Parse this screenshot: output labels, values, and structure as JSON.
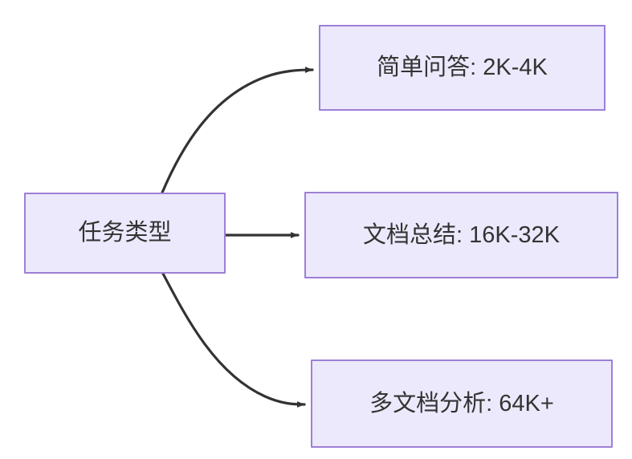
{
  "diagram": {
    "type": "flowchart",
    "direction": "left-to-right",
    "background_color": "#ffffff",
    "node_fill_color": "#ece9fc",
    "node_border_color": "#9d7fd6",
    "edge_color": "#333333",
    "label_color": "#333333",
    "root": {
      "id": "task-type",
      "label": "任务类型"
    },
    "nodes": [
      {
        "id": "task-simple-qa",
        "label": "简单问答: 2K-4K"
      },
      {
        "id": "task-doc-summary",
        "label": "文档总结: 16K-32K"
      },
      {
        "id": "task-multi-doc-analysis",
        "label": "多文档分析: 64K+"
      }
    ],
    "edges": [
      {
        "from": "task-type",
        "to": "task-simple-qa",
        "style": "curved",
        "arrow": "triangle"
      },
      {
        "from": "task-type",
        "to": "task-doc-summary",
        "style": "straight",
        "arrow": "triangle"
      },
      {
        "from": "task-type",
        "to": "task-multi-doc-analysis",
        "style": "curved",
        "arrow": "triangle"
      }
    ]
  }
}
